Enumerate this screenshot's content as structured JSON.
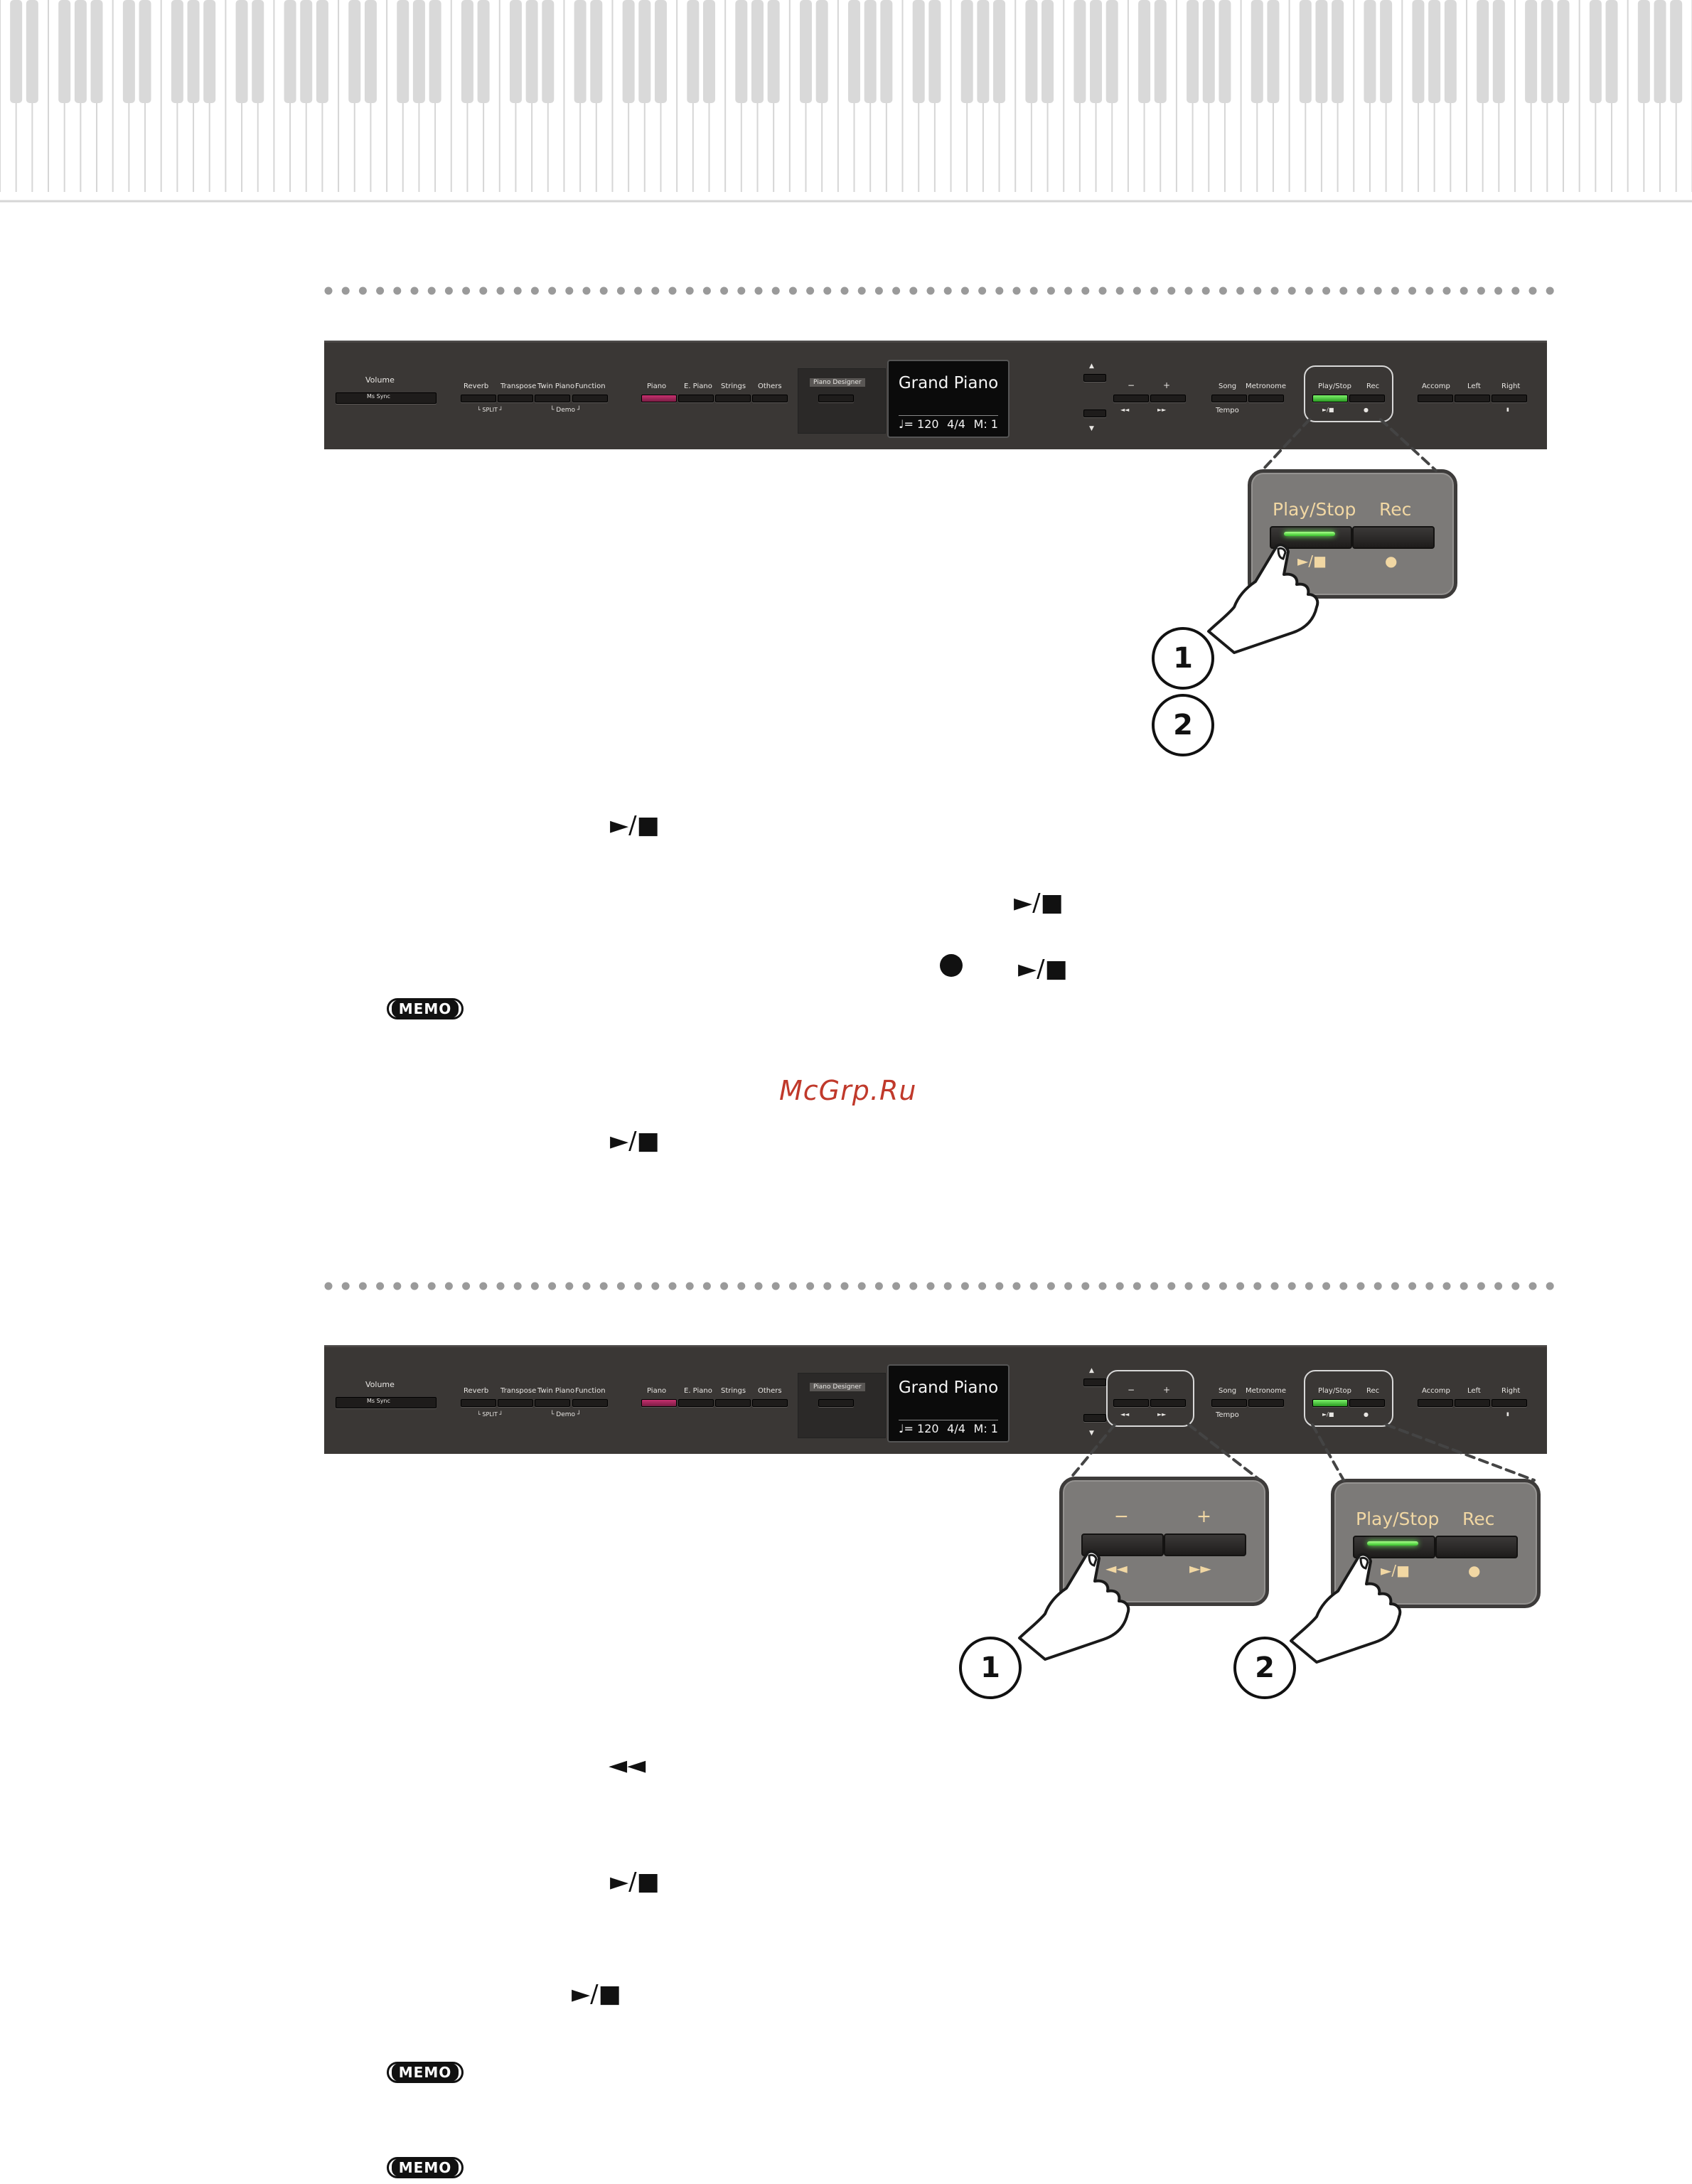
{
  "panel": {
    "volume_label": "Volume",
    "volume_button": "Ms Sync",
    "tone_buttons": [
      "Reverb",
      "Transpose",
      "Twin Piano",
      "Function"
    ],
    "split_label": "SPLIT",
    "demo_label": "Demo",
    "piano_label": "Piano",
    "epiano_label": "E. Piano",
    "strings_label": "Strings",
    "others_label": "Others",
    "piano_designer": "Piano Designer",
    "display_title": "Grand Piano",
    "display_tempo": "♩= 120",
    "display_beat": "4/4",
    "display_measure": "M:",
    "display_measure_value": "1",
    "minus_label": "−",
    "plus_label": "+",
    "rewind_symbol": "⏮",
    "ff_symbol": "⏭",
    "song_label": "Song",
    "metronome_label": "Metronome",
    "tempo_label": "Tempo",
    "playstop_label": "Play/Stop",
    "rec_label": "Rec",
    "playstop_symbol": "▶/■",
    "rec_symbol": "●",
    "accomp_label": "Accomp",
    "left_label": "Left",
    "right_label": "Right",
    "up_arrow": "▲",
    "down_arrow": "▼"
  },
  "zoom1": {
    "playstop_label": "Play/Stop",
    "rec_label": "Rec",
    "playstop_symbol": "►/■",
    "rec_symbol": "●"
  },
  "zoom2a": {
    "minus_label": "−",
    "plus_label": "+",
    "rewind_symbol": "◄◄",
    "ff_symbol": "►►"
  },
  "zoom2b": {
    "playstop_label": "Play/Stop",
    "rec_label": "Rec",
    "playstop_symbol": "►/■",
    "rec_symbol": "●"
  },
  "steps": {
    "s1": "1",
    "s2": "2"
  },
  "symbols": {
    "playstop": "►/■",
    "rewind": "◄◄"
  },
  "memo_label": "MEMO",
  "watermark": "McGrp.Ru",
  "colors": {
    "panel": "#3a3735",
    "zoom_bg": "#7c7a78",
    "zoom_label": "#f1d7a3",
    "led_green": "#37c22a",
    "led_pink": "#c7306f",
    "watermark": "#c0392b"
  }
}
